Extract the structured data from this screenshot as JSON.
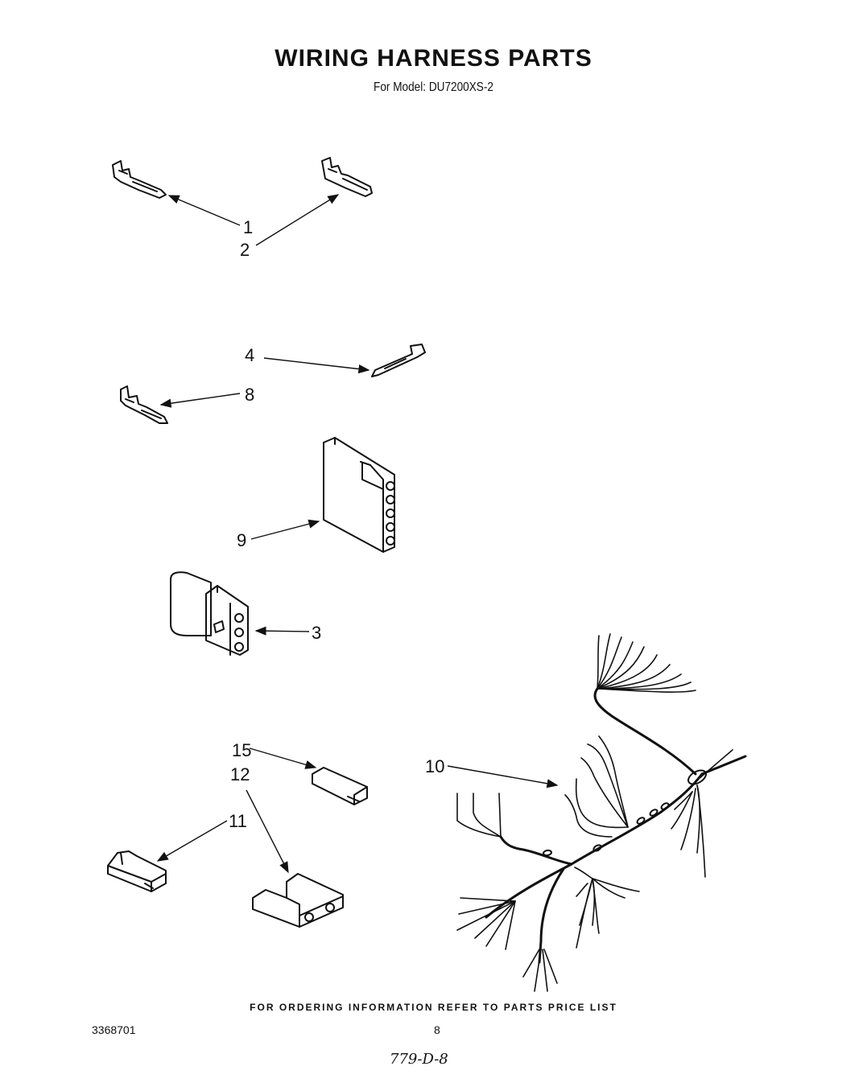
{
  "title": "WIRING HARNESS PARTS",
  "subtitle": "For Model: DU7200XS-2",
  "callouts": {
    "c1": "1",
    "c2": "2",
    "c3": "3",
    "c4": "4",
    "c8": "8",
    "c9": "9",
    "c10": "10",
    "c11": "11",
    "c12": "12",
    "c15": "15"
  },
  "footer": {
    "note": "FOR ORDERING INFORMATION REFER TO PARTS PRICE LIST",
    "doc_number": "3368701",
    "page_number": "8",
    "handwritten": "779-D-8"
  }
}
